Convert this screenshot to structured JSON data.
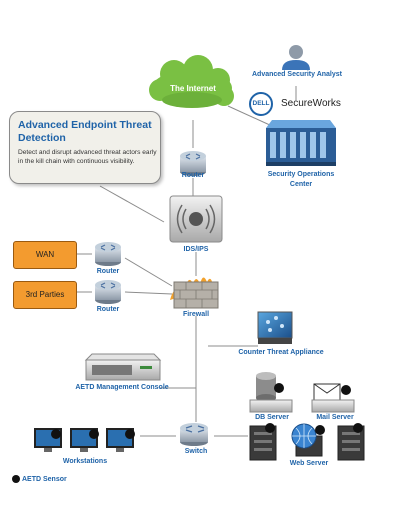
{
  "callout": {
    "title": "Advanced Endpoint Threat Detection",
    "body": "Detect and disrupt advanced threat actors early in the kill chain with continuous visibility."
  },
  "cloud": {
    "label": "The Internet"
  },
  "analyst": {
    "label": "Advanced Security Analyst"
  },
  "brand": {
    "logo_text": "DELL",
    "name": "SecureWorks"
  },
  "soc": {
    "label_line1": "Security Operations",
    "label_line2": "Center"
  },
  "nodes": {
    "router_top": "Router",
    "ids": "IDS/IPS",
    "wan": "WAN",
    "router_wan": "Router",
    "third_parties": "3rd Parties",
    "router_3rd": "Router",
    "firewall": "Firewall",
    "cta": "Counter Threat Appliance",
    "mgmt": "AETD Management Console",
    "db": "DB Server",
    "mail": "Mail Server",
    "workstations": "Workstations",
    "switch": "Switch",
    "web": "Web Server"
  },
  "legend": {
    "label": "AETD Sensor"
  },
  "colors": {
    "label_blue": "#1f63a8",
    "cloud_green": "#7ac043",
    "box_orange": "#f39b2f",
    "sensor": "#111111"
  }
}
